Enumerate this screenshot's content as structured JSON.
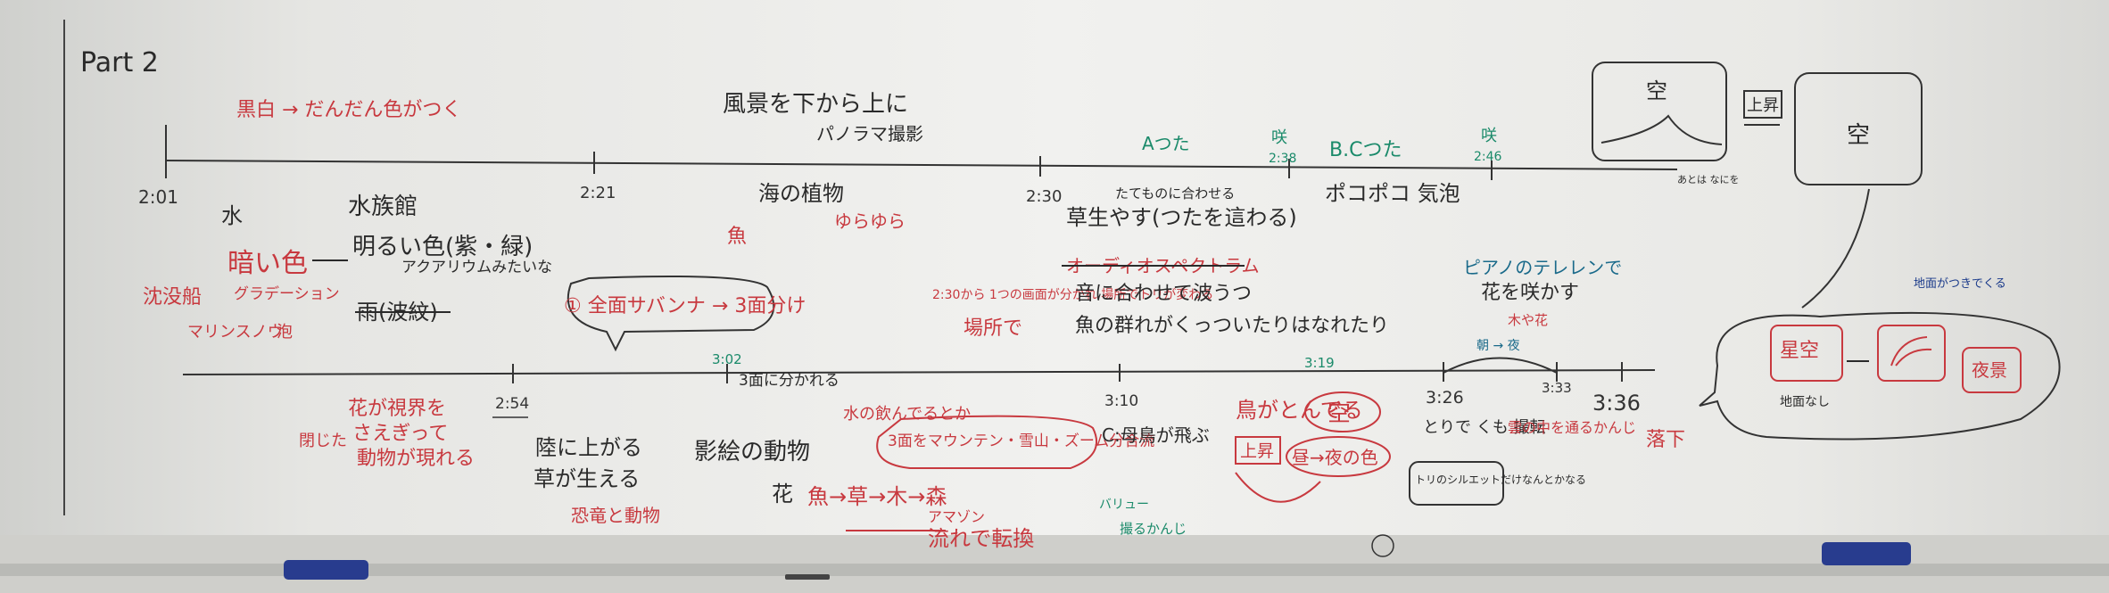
{
  "board": {
    "title": "Part 2",
    "times": {
      "t201": "2:01",
      "t221": "2:21",
      "t230": "2:30",
      "t238": "2:38",
      "t246": "2:46",
      "t254": "2:54",
      "t302": "3:02",
      "t310": "3:10",
      "t319": "3:19",
      "t326": "3:26",
      "t333": "3:33",
      "t336": "3:36"
    },
    "top_row": {
      "kuro_shiro": "黒白 → だんだん色がつく",
      "fukei": "風景を下から上に",
      "panorama": "パノラマ撮影",
      "a_tsuta": "Aつた",
      "saku1": "咲",
      "bc_tsuta": "B.Cつた",
      "saku2": "咲",
      "mizu": "水",
      "suizokukan": "水族館",
      "umi_shokubutsu": "海の植物",
      "yurayura": "ゆらゆら",
      "sakana": "魚",
      "kusa_yasu": "草生やす(つたを這わる)",
      "tatemono": "たてものに合わせる",
      "pokopoko": "ポコポコ 気泡",
      "kurai_iro": "暗い色",
      "akarui_iro": "明るい色(紫・緑)",
      "aquarium": "アクアリウムみたいな",
      "chinbotsusen": "沈没船",
      "gradation": "グラデーション",
      "marine_snow": "マリンスノウ",
      "awa": "泡",
      "ame_hamon": "雨(波紋)",
      "zenmen": "① 全面サバンナ → 3面分け",
      "timing": "2:30から 1つの画面が分かれ 場所でトリが変わる",
      "audio_spectrum": "オーディオスペクトラム",
      "oto_nami": "音に合わせて波うつ",
      "sakana_mure": "魚の群れがくっついたりはなれたり",
      "piano": "ピアノのテレレンで",
      "hana_sakasu": "花を咲かす",
      "ki_hana": "木や花",
      "asa_yoru": "朝 → 夜"
    },
    "bottom_row": {
      "sanmen_wakare": "3面に分かれる",
      "hana_shikai": "花が視界を さえぎって 動物が現れる",
      "tojita": "閉じた",
      "riku": "陸に上がる",
      "kusa_haeru": "草が生える",
      "kyoryu": "恐竜と動物",
      "kage_e": "影絵の動物",
      "mizu_nomu": "水の飲んでるとか",
      "sanmen_mt": "3面をマウンテン・雪山・ズーム分合流",
      "c_haha": "C:母鳥が飛ぶ",
      "tori_tobu": "鳥がとんでる",
      "sora": "空",
      "jousho": "上昇",
      "hiru_yoru": "昼→夜の色",
      "hana_seq": "花 魚→草→木→森",
      "amazon": "アマゾン",
      "nagare": "流れで転換",
      "tori_kumo": "とりで くも 撮転",
      "kumo_naka": "雲の中を通るかんじ",
      "silhouette": "トリのシルエットだけなんとかなる",
      "rakka": "落下",
      "baryu": "バリュー",
      "tsuru": "撮るかんじ"
    },
    "right_panels": {
      "sora_top": "空",
      "arrow_label": "上昇",
      "sora_box": "空",
      "hoshizora": "星空",
      "yakei": "夜景",
      "chijou_nashi": "地面なし",
      "note": "地面がつきでくる",
      "small_note": "あとは なにを"
    }
  }
}
